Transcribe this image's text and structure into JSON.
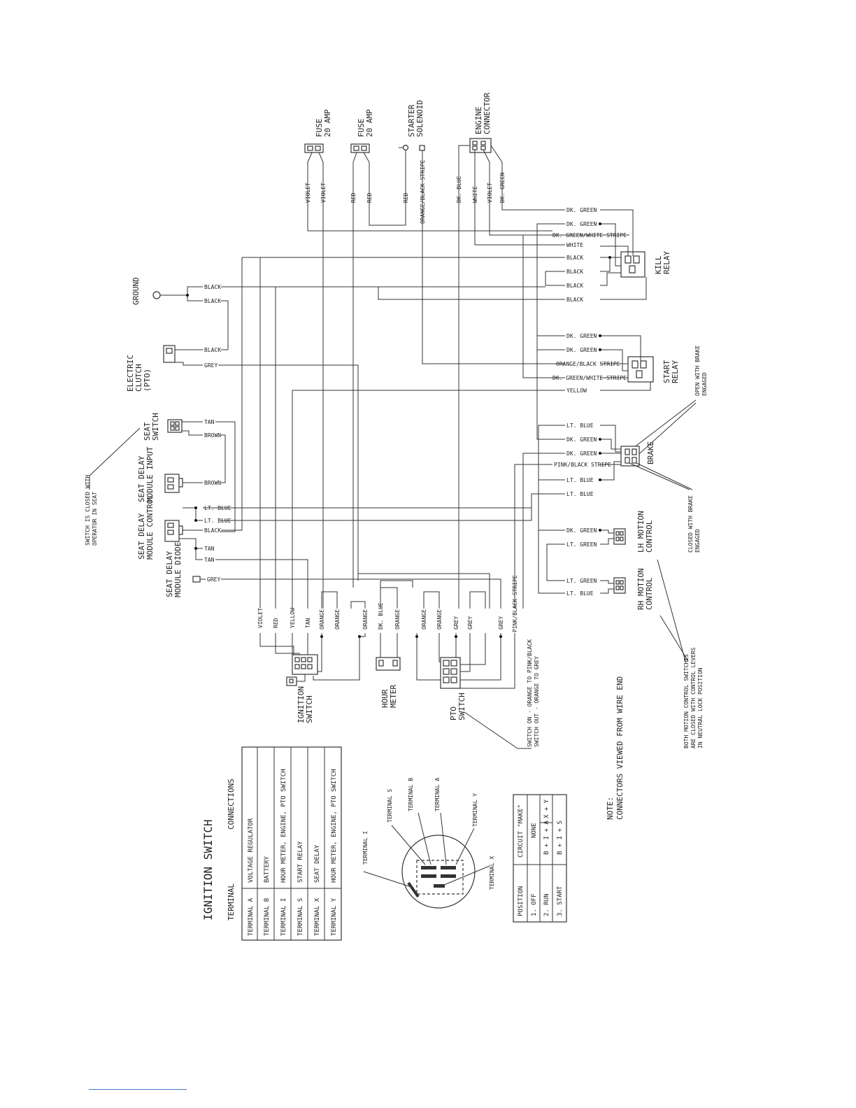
{
  "components": {
    "fuse_1": [
      "FUSE",
      "20 AMP"
    ],
    "fuse_2": [
      "FUSE",
      "20 AMP"
    ],
    "starter_solenoid": [
      "STARTER",
      "SOLENOID"
    ],
    "engine_connector": [
      "ENGINE",
      "CONNECTOR"
    ],
    "ground": [
      "GROUND"
    ],
    "electric_clutch": [
      "ELECTRIC",
      "CLUTCH",
      "(PTO)"
    ],
    "seat_switch": [
      "SEAT",
      "SWITCH"
    ],
    "seat_delay_input": [
      "SEAT DELAY",
      "MODULE INPUT"
    ],
    "seat_delay_control": [
      "SEAT DELAY",
      "MODULE CONTROL"
    ],
    "seat_delay_diode": [
      "SEAT DELAY",
      "MODULE DIODE"
    ],
    "kill_relay": [
      "KILL",
      "RELAY"
    ],
    "start_relay": [
      "START",
      "RELAY"
    ],
    "brake": [
      "BRAKE"
    ],
    "lh_motion": [
      "LH MOTION",
      "CONTROL"
    ],
    "rh_motion": [
      "RH MOTION",
      "CONTROL"
    ],
    "ignition_switch": [
      "IGNITION",
      "SWITCH"
    ],
    "hour_meter": [
      "HOUR",
      "METER"
    ],
    "pto_switch": [
      "PTO",
      "SWITCH"
    ]
  },
  "notes": {
    "seat_switch_note": [
      "SWITCH IS CLOSED WITH",
      "OPERATOR IN SEAT"
    ],
    "brake_open": [
      "OPEN WITH BRAKE",
      "ENGAGED"
    ],
    "brake_closed": [
      "CLOSED WITH BRAKE",
      "ENGAGED"
    ],
    "pto_note": [
      "SWITCH ON - ORANGE TO PINK/BLACK",
      "SWITCH OUT - ORANGE TO GREY"
    ],
    "motion_note": [
      "BOTH MOTION CONTROL SWITCHES",
      "ARE CLOSED WITH CONTROL LEVERS",
      "IN NEUTRAL LOCK POSITION"
    ],
    "connectors_note": [
      "NOTE:",
      "CONNECTORS VIEWED FROM WIRE END"
    ]
  },
  "wires": {
    "top": [
      "VIOLET",
      "VIOLET",
      "RED",
      "RED",
      "RED",
      "ORANGE/BLACK STRIPE",
      "DK. BLUE",
      "WHITE",
      "VIOLET",
      "DK. GREEN"
    ],
    "right_kill": [
      "DK. GREEN",
      "DK. GREEN",
      "DK. GREEN/WHITE STRIPE",
      "WHITE",
      "BLACK",
      "BLACK",
      "BLACK",
      "BLACK"
    ],
    "right_start": [
      "DK. GREEN",
      "DK. GREEN",
      "ORANGE/BLACK STRIPE",
      "DK. GREEN/WHITE STRIPE",
      "YELLOW"
    ],
    "right_brake": [
      "LT. BLUE",
      "DK. GREEN",
      "DK. GREEN",
      "PINK/BLACK STRIPE",
      "LT. BLUE",
      "LT. BLUE"
    ],
    "right_motion": [
      "DK. GREEN",
      "LT. GREEN",
      "LT. GREEN",
      "LT. BLUE"
    ],
    "left_ground": [
      "BLACK",
      "BLACK"
    ],
    "left_clutch": [
      "BLACK",
      "GREY"
    ],
    "left_seat": [
      "TAN",
      "BROWN",
      "BROWN"
    ],
    "left_control": [
      "LT. BLUE",
      "LT. BLUE",
      "BLACK",
      "TAN",
      "TAN"
    ],
    "left_diode": [
      "GREY"
    ],
    "bottom": [
      "VIOLET",
      "RED",
      "YELLOW",
      "TAN",
      "ORANGE",
      "ORANGE",
      "ORANGE",
      "DK. BLUE",
      "ORANGE",
      "ORANGE",
      "ORANGE",
      "GREY",
      "GREY",
      "GREY",
      "PINK/BLACK STRIPE"
    ]
  },
  "ignition_table": {
    "title": "IGNITION SWITCH",
    "headers": [
      "TERMINAL",
      "CONNECTIONS"
    ],
    "rows": [
      [
        "TERMINAL A",
        "VOLTAGE REGULATOR"
      ],
      [
        "TERMINAL B",
        "BATTERY"
      ],
      [
        "TERMINAL I",
        "HOUR METER, ENGINE, PTO SWITCH"
      ],
      [
        "TERMINAL S",
        "START RELAY"
      ],
      [
        "TERMINAL X",
        "SEAT DELAY"
      ],
      [
        "TERMINAL Y",
        "HOUR METER, ENGINE, PTO SWITCH"
      ]
    ]
  },
  "terminal_labels": [
    "TERMINAL I",
    "TERMINAL S",
    "TERMINAL B",
    "TERMINAL A",
    "TERMINAL Y",
    "TERMINAL X"
  ],
  "position_table": {
    "headers": [
      "POSITION",
      "CIRCUIT \"MAKE\"",
      ""
    ],
    "rows": [
      [
        "1. OFF",
        "NONE",
        ""
      ],
      [
        "2. RUN",
        "B + I + A",
        "X + Y"
      ],
      [
        "3. START",
        "B + I + S",
        ""
      ]
    ]
  }
}
